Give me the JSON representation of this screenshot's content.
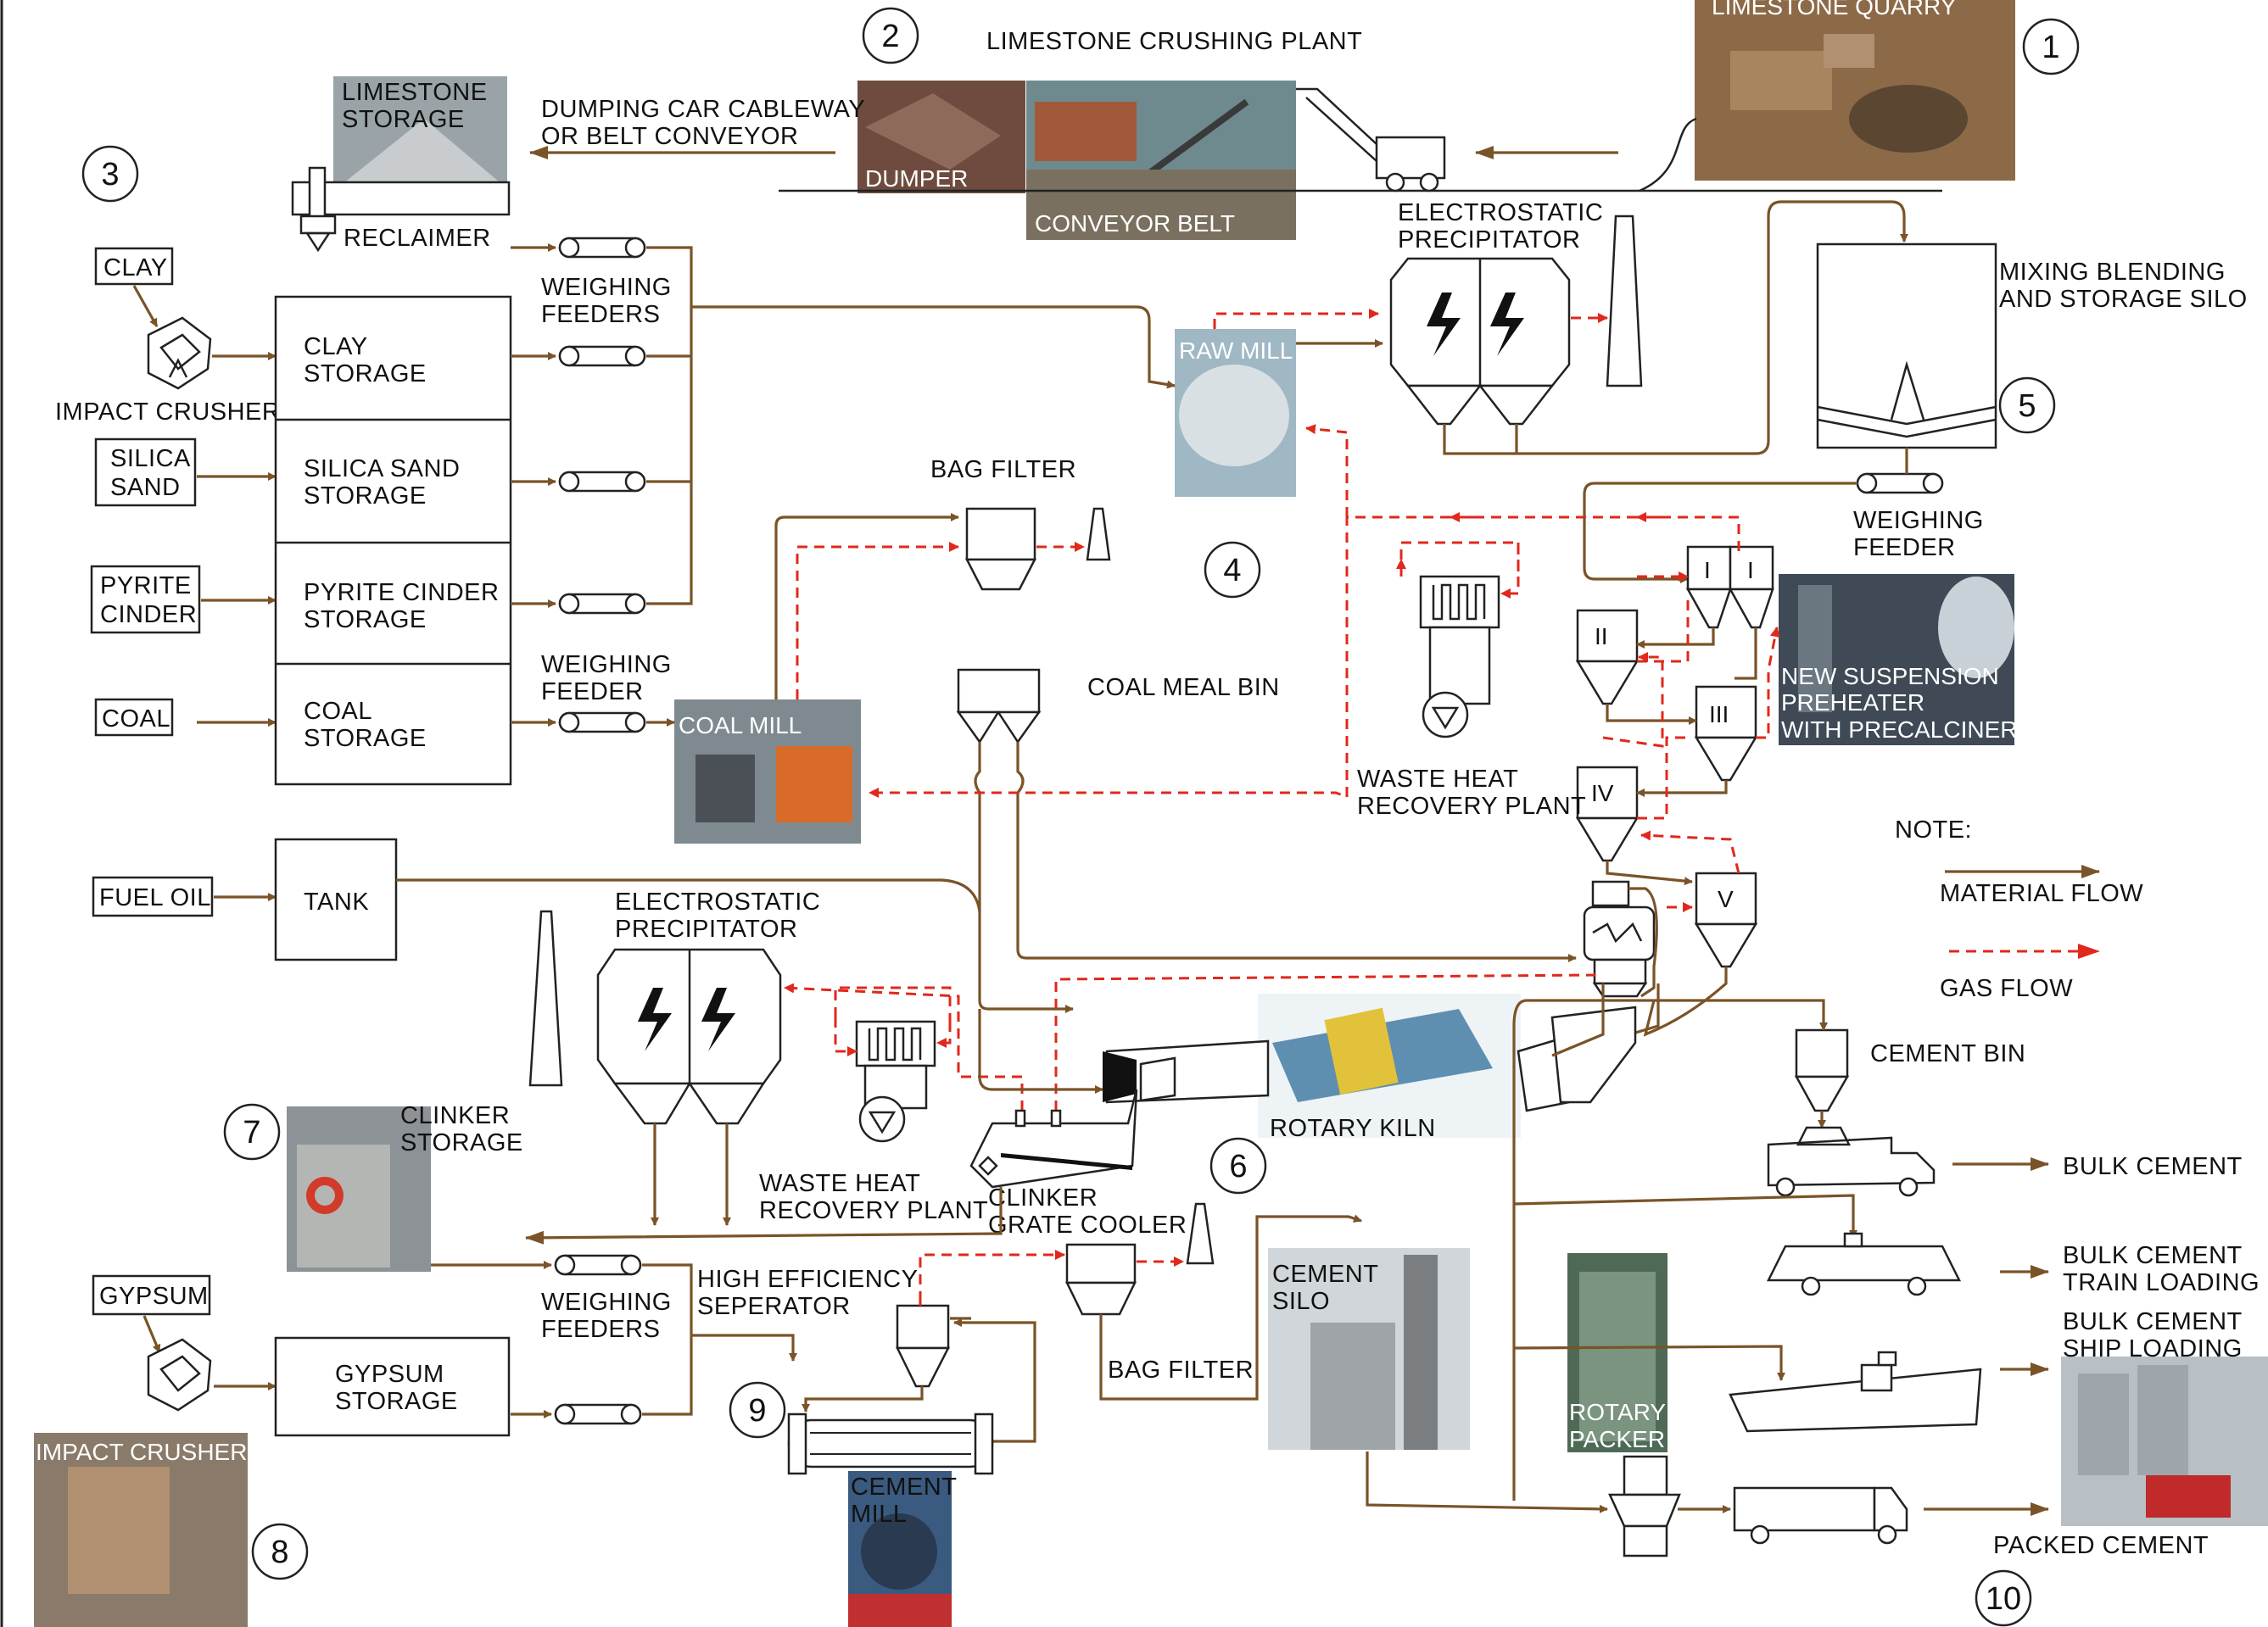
{
  "colors": {
    "material_flow": "#7a5328",
    "gas_flow": "#e0281c"
  },
  "steps": [
    "1",
    "2",
    "3",
    "4",
    "5",
    "6",
    "7",
    "8",
    "9",
    "10"
  ],
  "labels": {
    "limestone_quarry": "LIMESTONE QUARRY",
    "limestone_crushing_plant": "LIMESTONE CRUSHING PLANT",
    "dumper": "DUMPER",
    "conveyor_belt": "CONVEYOR BELT",
    "dumping_car_1": "DUMPING CAR CABLEWAY",
    "dumping_car_2": "OR BELT CONVEYOR",
    "limestone_storage_1": "LIMESTONE",
    "limestone_storage_2": "STORAGE",
    "reclaimer": "RECLAIMER",
    "clay": "CLAY",
    "impact_crusher": "IMPACT CRUSHER",
    "silica_1": "SILICA",
    "silica_2": "SAND",
    "pyrite_1": "PYRITE",
    "pyrite_2": "CINDER",
    "coal": "COAL",
    "clay_storage_1": "CLAY",
    "clay_storage_2": "STORAGE",
    "silica_storage_1": "SILICA SAND",
    "silica_storage_2": "STORAGE",
    "pyrite_storage_1": "PYRITE CINDER",
    "pyrite_storage_2": "STORAGE",
    "coal_storage_1": "COAL",
    "coal_storage_2": "STORAGE",
    "weighing_feeders_1": "WEIGHING",
    "weighing_feeders_2": "FEEDERS",
    "weighing_feeder_coal_1": "WEIGHING",
    "weighing_feeder_coal_2": "FEEDER",
    "coal_mill": "COAL MILL",
    "bag_filter_top": "BAG FILTER",
    "coal_meal_bin": "COAL MEAL BIN",
    "raw_mill": "RAW MILL",
    "esp_top_1": "ELECTROSTATIC",
    "esp_top_2": "PRECIPITATOR",
    "mixing_1": "MIXING BLENDING",
    "mixing_2": "AND STORAGE SILO",
    "weighing_feeder_raw_1": "WEIGHING",
    "weighing_feeder_raw_2": "FEEDER",
    "preheater_1": "NEW SUSPENSION",
    "preheater_2": "PREHEATER",
    "preheater_3": "WITH PRECALCINER",
    "whr_top_1": "WASTE HEAT",
    "whr_top_2": "RECOVERY PLANT",
    "stage_1": "I",
    "stage_1b": "I",
    "stage_2": "II",
    "stage_3": "III",
    "stage_4": "IV",
    "stage_5": "V",
    "note": "NOTE:",
    "material_flow": "MATERIAL FLOW",
    "gas_flow": "GAS FLOW",
    "fuel_oil": "FUEL OIL",
    "tank": "TANK",
    "esp_bot_1": "ELECTROSTATIC",
    "esp_bot_2": "PRECIPITATOR",
    "rotary_kiln": "ROTARY KILN",
    "clinker_storage_1": "CLINKER",
    "clinker_storage_2": "STORAGE",
    "whr_bot_1": "WASTE HEAT",
    "whr_bot_2": "RECOVERY PLANT",
    "clinker_cooler_1": "CLINKER",
    "clinker_cooler_2": "GRATE COOLER",
    "cement_bin": "CEMENT BIN",
    "bulk_cement": "BULK CEMENT",
    "bulk_train_1": "BULK CEMENT",
    "bulk_train_2": "TRAIN LOADING",
    "bulk_ship_1": "BULK CEMENT",
    "bulk_ship_2": "SHIP LOADING",
    "gypsum": "GYPSUM",
    "gypsum_storage_1": "GYPSUM",
    "gypsum_storage_2": "STORAGE",
    "weighing_feeders_bot_1": "WEIGHING",
    "weighing_feeders_bot_2": "FEEDERS",
    "hes_1": "HIGH EFFICIENCY",
    "hes_2": "SEPERATOR",
    "bag_filter_bot": "BAG FILTER",
    "cement_silo_1": "CEMENT",
    "cement_silo_2": "SILO",
    "rotary_packer_1": "ROTARY",
    "rotary_packer_2": "PACKER",
    "impact_crusher_photo": "IMPACT CRUSHER",
    "cement_mill_1": "CEMENT",
    "cement_mill_2": "MILL",
    "packed_cement": "PACKED CEMENT"
  }
}
